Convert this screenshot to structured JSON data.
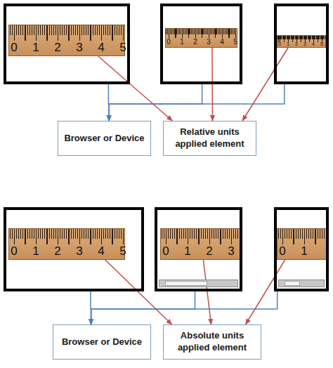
{
  "diagram": {
    "nodes": [
      {
        "text": [
          "0",
          "1",
          "2",
          "3",
          "4",
          "5"
        ]
      },
      {
        "text": [
          "0",
          "1",
          "2",
          "3",
          "4",
          "5"
        ]
      },
      {
        "text": [
          "0",
          "1",
          "2",
          "3",
          "4",
          "5"
        ]
      },
      {
        "text": [
          "Browser or Device"
        ]
      },
      {
        "text": [
          "Relative units applied element"
        ]
      },
      {
        "text": [
          "0",
          "1",
          "2",
          "3",
          "4",
          "5"
        ]
      },
      {
        "text": [
          "0",
          "1",
          "2",
          "3"
        ]
      },
      {
        "text": [
          "0",
          "1"
        ]
      },
      {
        "text": [
          "Browser or Device"
        ]
      },
      {
        "text": [
          "Absolute units applied element"
        ]
      }
    ],
    "edges": [
      {
        "from": 0,
        "to": 3,
        "arrow": "to"
      },
      {
        "from": 1,
        "to": 3,
        "arrow": "to"
      },
      {
        "from": 2,
        "to": 3,
        "arrow": "to"
      },
      {
        "from": 0,
        "to": 4,
        "arrow": "to"
      },
      {
        "from": 1,
        "to": 4,
        "arrow": "to"
      },
      {
        "from": 2,
        "to": 4,
        "arrow": "to"
      },
      {
        "from": 5,
        "to": 8,
        "arrow": "to"
      },
      {
        "from": 6,
        "to": 8,
        "arrow": "to"
      },
      {
        "from": 7,
        "to": 8,
        "arrow": "to"
      },
      {
        "from": 5,
        "to": 9,
        "arrow": "to"
      },
      {
        "from": 6,
        "to": 9,
        "arrow": "to"
      },
      {
        "from": 7,
        "to": 9,
        "arrow": "to"
      }
    ]
  }
}
